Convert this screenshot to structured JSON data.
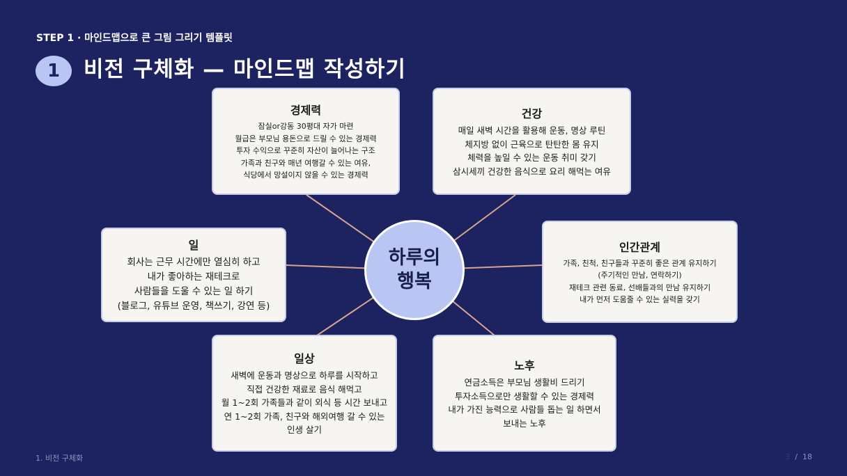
{
  "header": {
    "step_label": "STEP 1 · 마인드맵으로 큰 그림 그리기 템플릿",
    "badge_number": "1",
    "title": "비전 구체화 — 마인드맵 작성하기"
  },
  "center": {
    "label": "하루의 행복"
  },
  "cards": {
    "economy": {
      "title": "경제력",
      "lines": [
        "잠실or강동 30평대 자가 마련",
        "월급은 부모님 용돈으로 드릴 수 있는 경제력",
        "투자 수익으로 꾸준히 자산이 늘어나는 구조",
        "가족과 친구와 매년 여행갈 수 있는 여유,",
        "식당에서 망설이지 않을 수 있는 경제력"
      ]
    },
    "health": {
      "title": "건강",
      "lines": [
        "매일 새벽 시간을 활용해 운동, 명상 루틴",
        "체지방 없이 근육으로 탄탄한 몸 유지",
        "체력을 높일 수 있는 운동 취미 갖기",
        "삼시세끼 건강한 음식으로 요리 해먹는 여유"
      ]
    },
    "work": {
      "title": "일",
      "lines": [
        "회사는 근무 시간에만 열심히 하고",
        "내가 좋아하는 재테크로",
        "사람들을 도울 수 있는 일 하기",
        "(블로그, 유튜브 운영, 책쓰기, 강연 등)"
      ]
    },
    "relationships": {
      "title": "인간관계",
      "lines": [
        "가족, 친척, 친구들과 꾸준히 좋은 관계 유지하기",
        "(주기적인 만남, 연락하기)",
        "재테크 관련 동료, 선배들과의 만남 유지하기",
        "내가 먼저 도움줄 수 있는 실력을 갖기"
      ]
    },
    "daily": {
      "title": "일상",
      "lines": [
        "새벽에 운동과 명상으로 하루를 시작하고",
        "직접 건강한 재료로 음식 해먹고",
        "월 1~2회 가족들과 같이 외식 등 시간 보내고",
        "연 1~2회 가족, 친구와 해외여행 갈 수 있는",
        "인생 살기"
      ]
    },
    "retirement": {
      "title": "노후",
      "lines": [
        "연금소득은 부모님 생활비 드리기",
        "투자소득으로만 생활할 수 있는 경제력",
        "내가 가진 능력으로 사람들 돕는 일 하면서",
        "보내는 노후"
      ]
    }
  },
  "footer": {
    "section": "1. 비전 구체화",
    "page_current": "3",
    "page_separator": "/",
    "page_total": "18"
  },
  "colors": {
    "background": "#1c2360",
    "card": "#f7f5f2",
    "center": "#b9c6f3",
    "connector": "#d9a58f"
  }
}
